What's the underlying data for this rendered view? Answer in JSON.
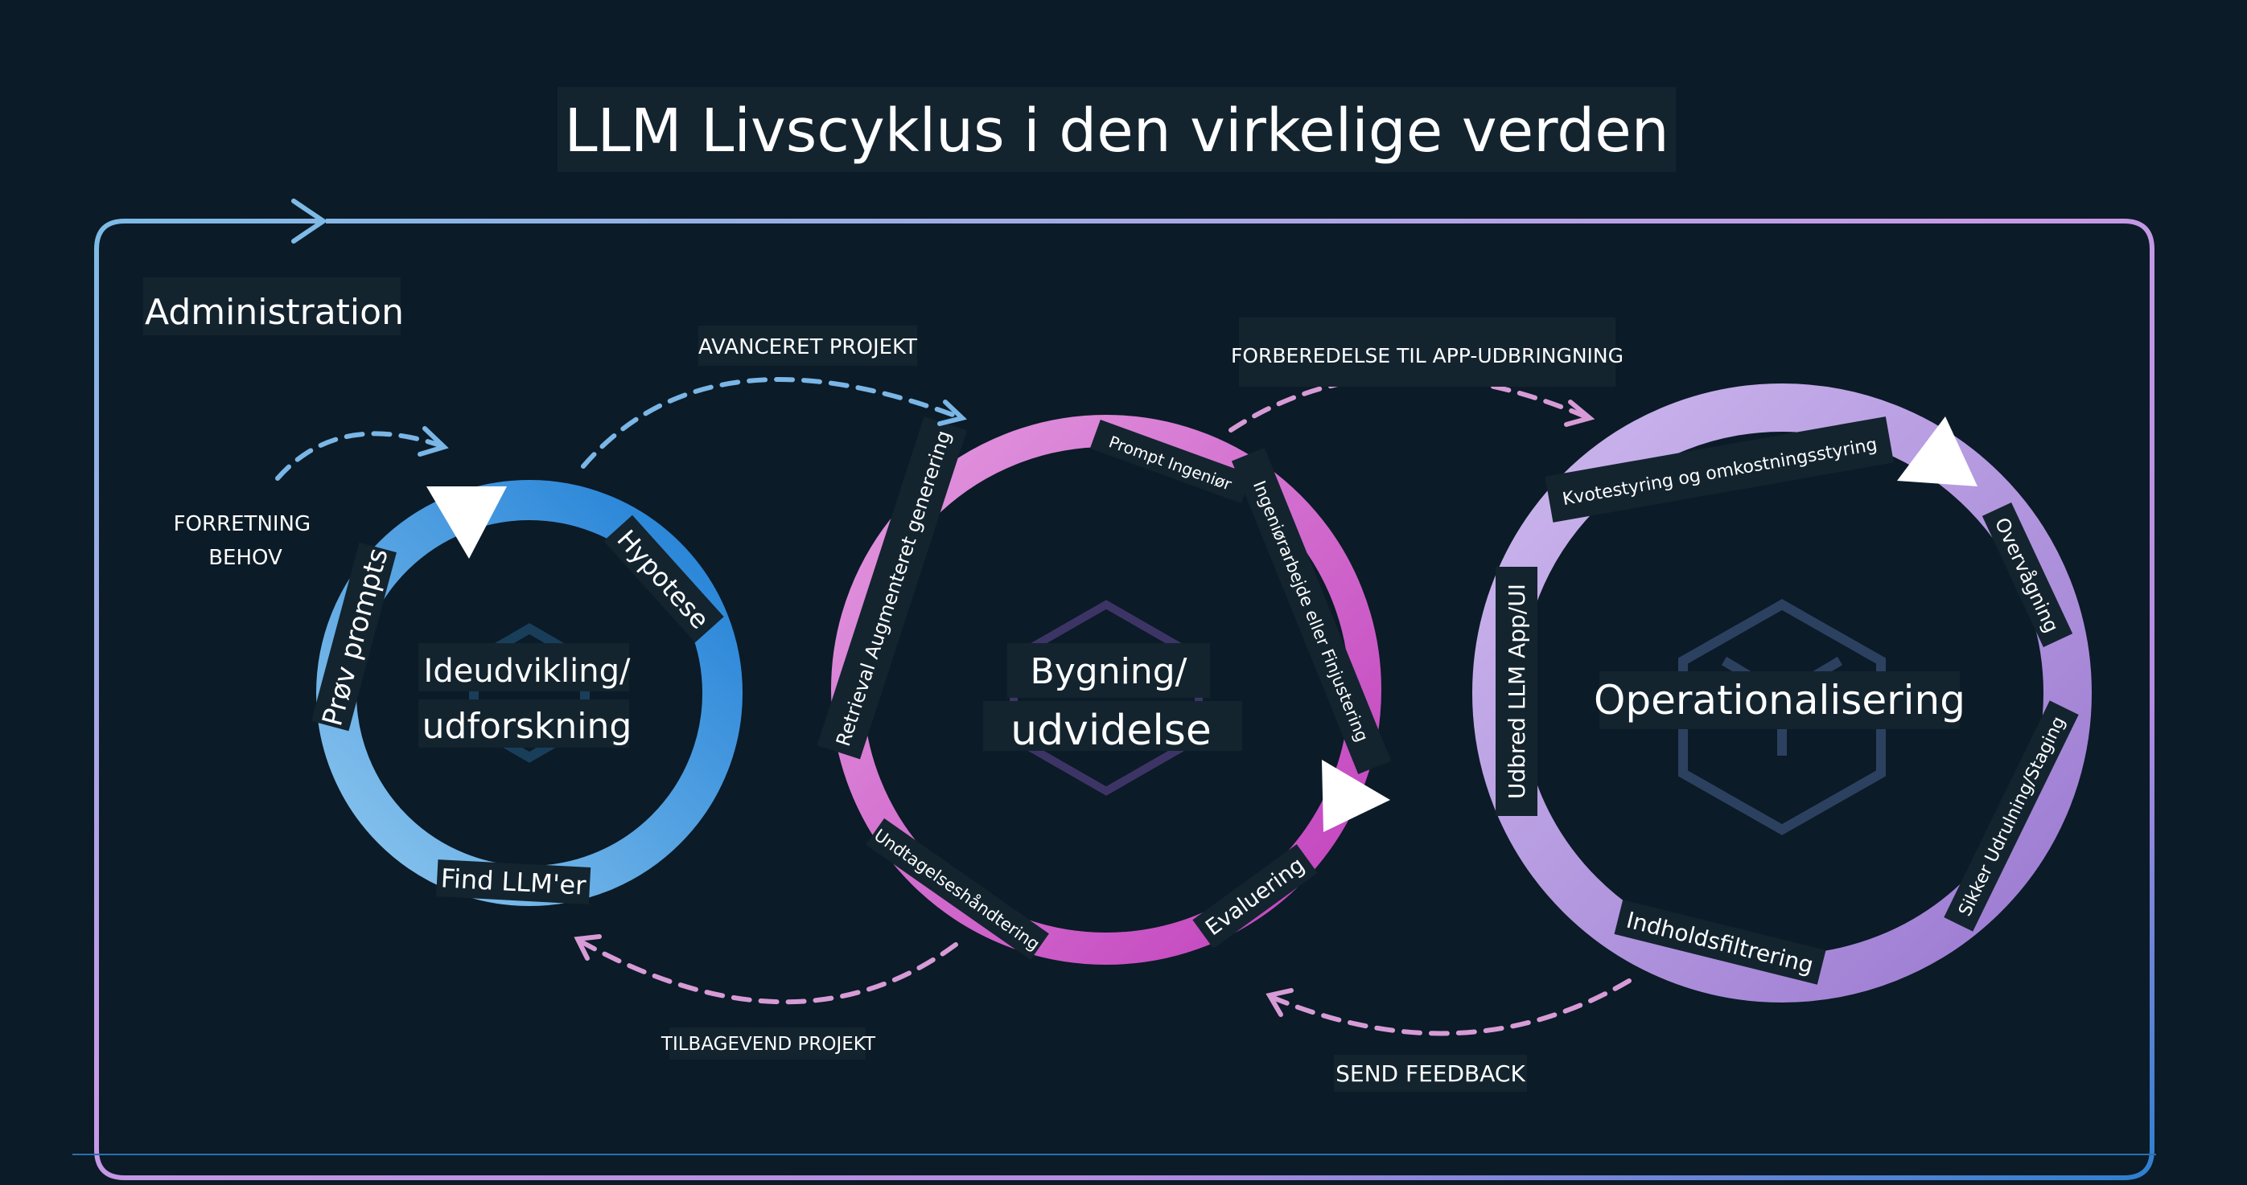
{
  "title": "LLM Livscyklus i den virkelige verden",
  "frame_label": "Administration",
  "colors": {
    "background": "#0b1b27",
    "label_bg": "#13242f",
    "ideation": "#3a93e0",
    "building": "#cf5cc8",
    "operationalizing": "#a98bd6",
    "frame_start": "#7dbbe6",
    "frame_end": "#2e7fd0",
    "arrow_blue": "#7ab6e6",
    "arrow_pink": "#d79bd6"
  },
  "flows": {
    "business_need": "FORRETNING BEHOV",
    "advanced_project": "AVANCERET PROJEKT",
    "app_deployment_prep": "FORBEREDELSE TIL APP-UDBRINGNING",
    "return_project": "TILBAGEVEND PROJEKT",
    "send_feedback": "SEND FEEDBACK"
  },
  "stages": {
    "ideation": {
      "title_line1": "Ideudvikling/",
      "title_line2": "udforskning",
      "steps": [
        "Prøv prompts",
        "Hypotese",
        "Find LLM'er"
      ]
    },
    "building": {
      "title_line1": "Bygning/",
      "title_line2": "udvidelse",
      "steps": [
        "Retrieval Augmenteret generering",
        "Prompt Ingeniør",
        "Ingeniørarbejde eller Finjustering",
        "Evaluering",
        "Undtagelseshåndtering"
      ]
    },
    "operationalizing": {
      "title": "Operationalisering",
      "steps": [
        "Kvotestyring og omkostningsstyring",
        "Overvågning",
        "Sikker Udrulning/Staging",
        "Indholdsfiltrering",
        "Udbred LLM App/UI"
      ]
    }
  }
}
